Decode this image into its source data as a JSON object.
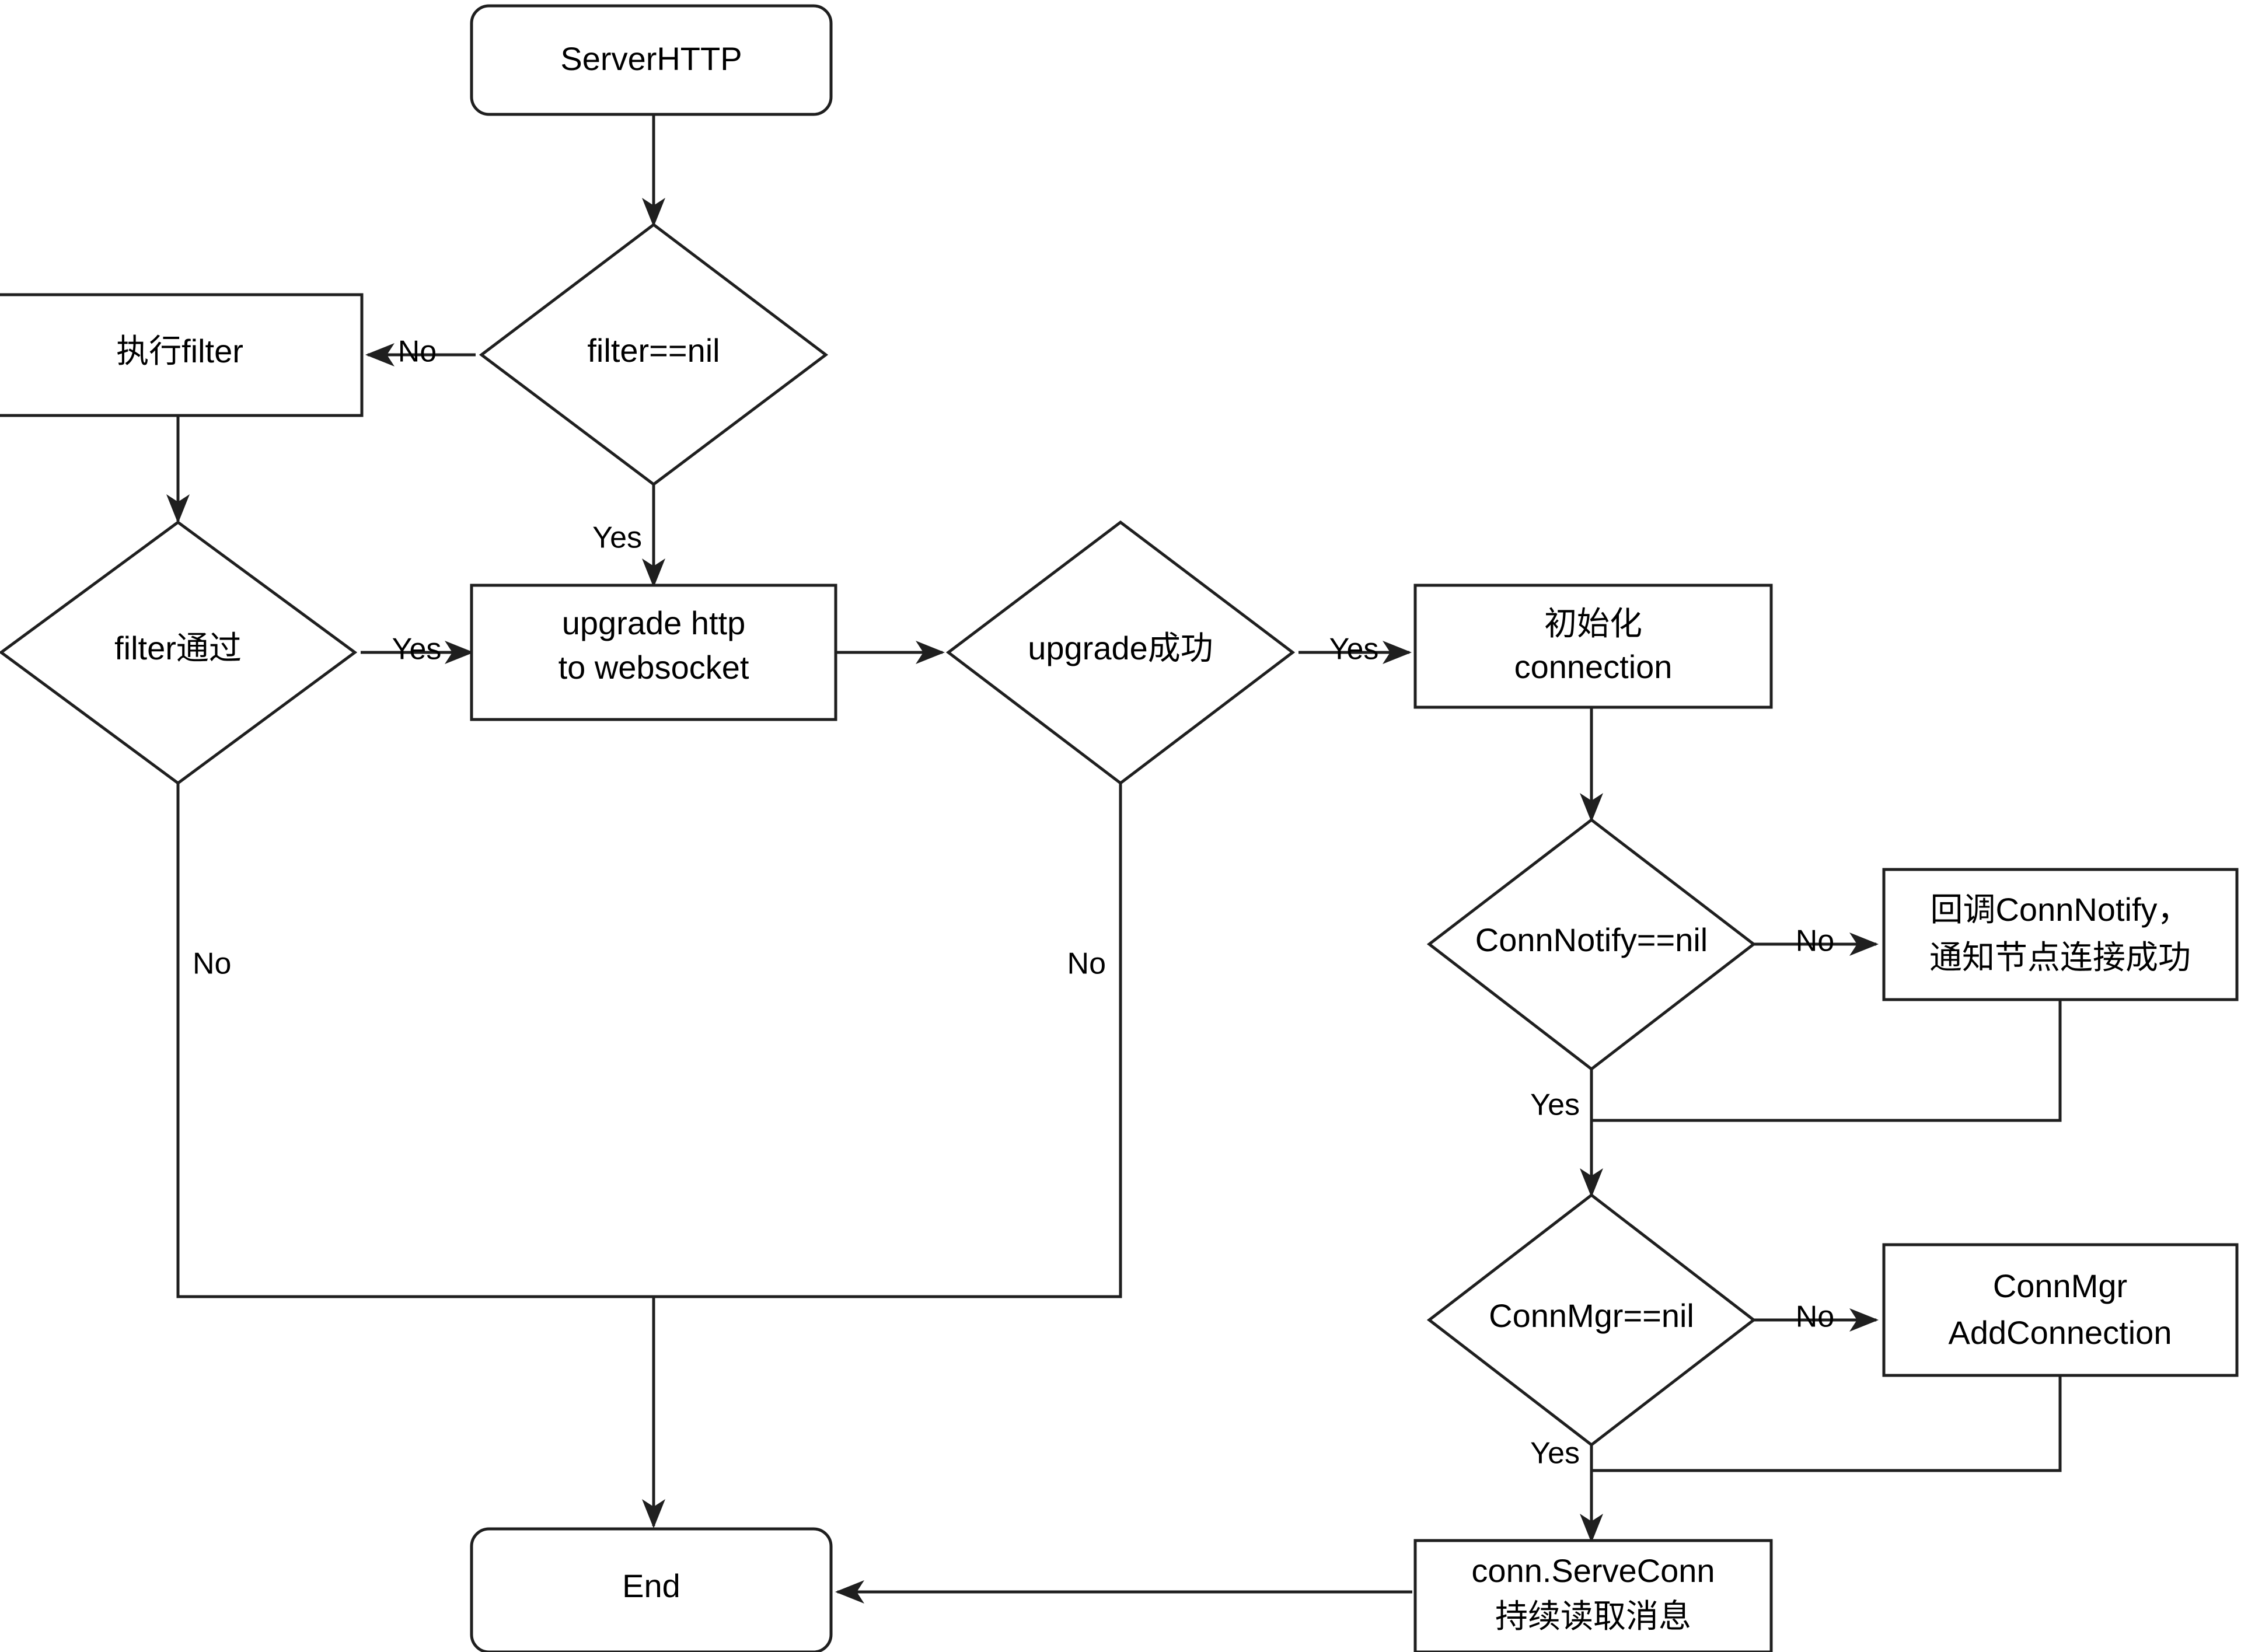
{
  "diagram": {
    "title": "ServerHTTP websocket upgrade flowchart",
    "colors": {
      "stroke": "#1f1f1f",
      "fill": "#ffffff",
      "text": "#000000",
      "background": "#ffffff"
    },
    "nodes": [
      {
        "id": "serverhttp",
        "type": "terminator",
        "label": "ServerHTTP"
      },
      {
        "id": "filter_nil",
        "type": "decision",
        "label": "filter==nil"
      },
      {
        "id": "exec_filter",
        "type": "process",
        "label": "执行filter"
      },
      {
        "id": "filter_pass",
        "type": "decision",
        "label": "filter通过"
      },
      {
        "id": "upgrade",
        "type": "process",
        "label_line1": "upgrade http",
        "label_line2": "to websocket"
      },
      {
        "id": "upgrade_ok",
        "type": "decision",
        "label": "upgrade成功"
      },
      {
        "id": "init_conn",
        "type": "process",
        "label_line1": "初始化",
        "label_line2": "connection"
      },
      {
        "id": "connnotify_nil",
        "type": "decision",
        "label": "ConnNotify==nil"
      },
      {
        "id": "callback_notify",
        "type": "process",
        "label_line1": "回调ConnNotify，",
        "label_line2": "通知节点连接成功"
      },
      {
        "id": "connmgr_nil",
        "type": "decision",
        "label": "ConnMgr==nil"
      },
      {
        "id": "add_conn",
        "type": "process",
        "label_line1": "ConnMgr",
        "label_line2": "AddConnection"
      },
      {
        "id": "serve_conn",
        "type": "process",
        "label_line1": "conn.ServeConn",
        "label_line2": "持续读取消息"
      },
      {
        "id": "end",
        "type": "terminator",
        "label": "End"
      }
    ],
    "edges": [
      {
        "from": "serverhttp",
        "to": "filter_nil",
        "label": ""
      },
      {
        "from": "filter_nil",
        "to": "exec_filter",
        "label": "No"
      },
      {
        "from": "filter_nil",
        "to": "upgrade",
        "label": "Yes"
      },
      {
        "from": "exec_filter",
        "to": "filter_pass",
        "label": ""
      },
      {
        "from": "filter_pass",
        "to": "upgrade",
        "label": "Yes"
      },
      {
        "from": "filter_pass",
        "to": "end",
        "label": "No"
      },
      {
        "from": "upgrade",
        "to": "upgrade_ok",
        "label": ""
      },
      {
        "from": "upgrade_ok",
        "to": "init_conn",
        "label": "Yes"
      },
      {
        "from": "upgrade_ok",
        "to": "end",
        "label": "No"
      },
      {
        "from": "init_conn",
        "to": "connnotify_nil",
        "label": ""
      },
      {
        "from": "connnotify_nil",
        "to": "callback_notify",
        "label": "No"
      },
      {
        "from": "connnotify_nil",
        "to": "connmgr_nil",
        "label": "Yes"
      },
      {
        "from": "callback_notify",
        "to": "connmgr_nil",
        "label": ""
      },
      {
        "from": "connmgr_nil",
        "to": "add_conn",
        "label": "No"
      },
      {
        "from": "connmgr_nil",
        "to": "serve_conn",
        "label": "Yes"
      },
      {
        "from": "add_conn",
        "to": "serve_conn",
        "label": ""
      },
      {
        "from": "serve_conn",
        "to": "end",
        "label": ""
      }
    ],
    "edge_labels": {
      "filter_nil_no": "No",
      "filter_nil_yes": "Yes",
      "filter_pass_yes": "Yes",
      "filter_pass_no": "No",
      "upgrade_ok_yes": "Yes",
      "upgrade_ok_no": "No",
      "connnotify_no": "No",
      "connnotify_yes": "Yes",
      "connmgr_no": "No",
      "connmgr_yes": "Yes"
    }
  }
}
